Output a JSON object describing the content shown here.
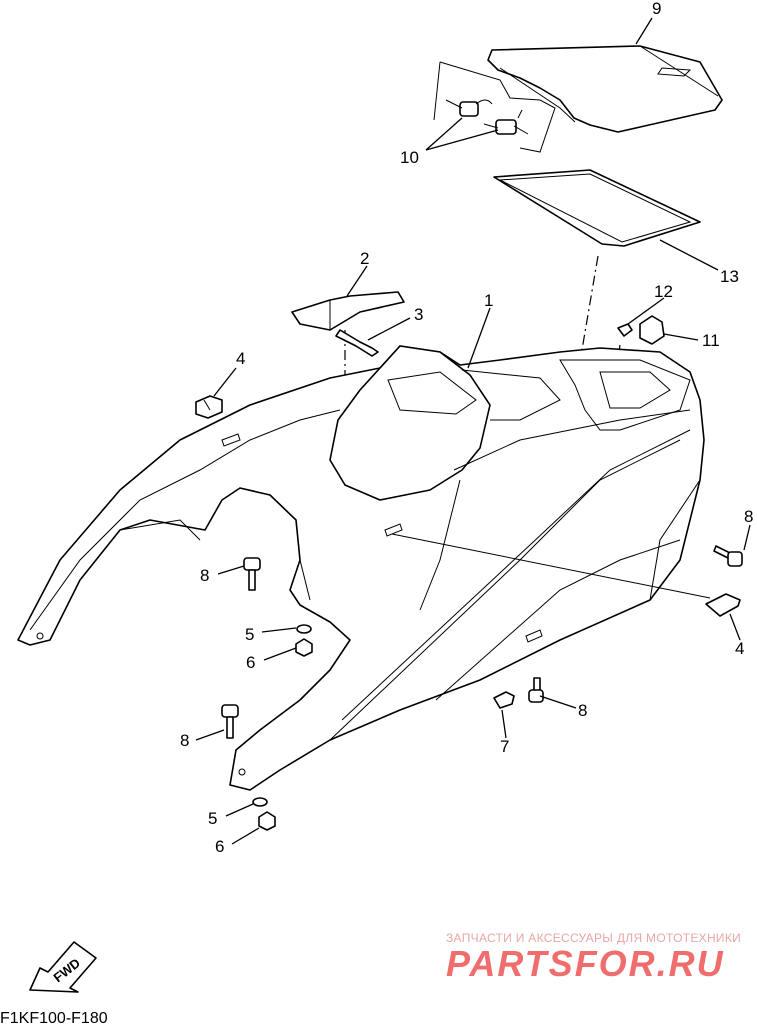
{
  "callouts": {
    "c1": "1",
    "c2": "2",
    "c3": "3",
    "c4a": "4",
    "c4b": "4",
    "c5a": "5",
    "c5b": "5",
    "c6a": "6",
    "c6b": "6",
    "c7": "7",
    "c8a": "8",
    "c8b": "8",
    "c8c": "8",
    "c8d": "8",
    "c9": "9",
    "c10": "10",
    "c11": "11",
    "c12": "12",
    "c13": "13"
  },
  "fwd_label": "FWD",
  "diagram_code": "F1KF100-F180",
  "watermark": {
    "tagline": "ЗАПЧАСТИ И АКСЕССУАРЫ ДЛЯ МОТОТЕХНИКИ",
    "brand": "PARTSFOR.RU"
  },
  "colors": {
    "line": "#000000",
    "watermark_light": "#e8a7a7",
    "watermark_brand": "#ef6d6d"
  }
}
